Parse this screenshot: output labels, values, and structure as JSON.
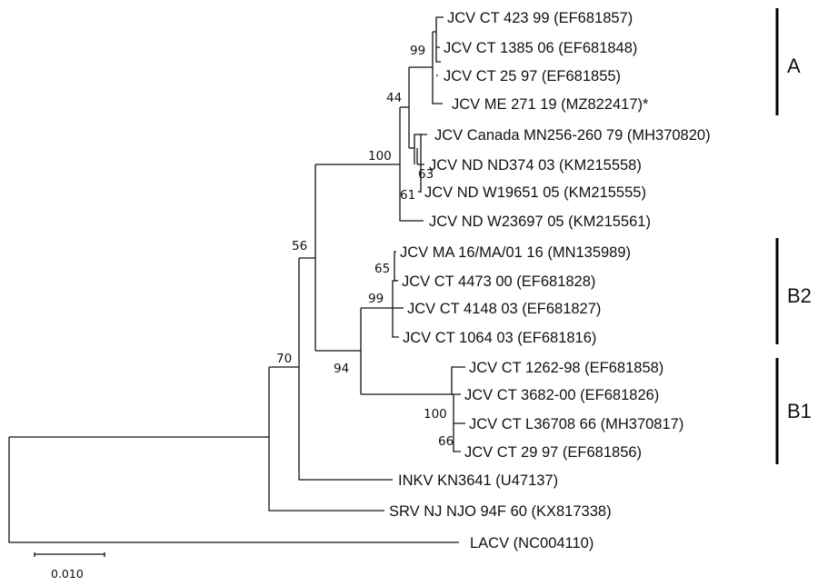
{
  "tree": {
    "leaves": [
      {
        "id": "ct423",
        "label": "JCV CT 423 99 (EF681857)"
      },
      {
        "id": "ct1385",
        "label": "JCV CT 1385 06 (EF681848)"
      },
      {
        "id": "ct25",
        "label": "JCV CT 25 97 (EF681855)"
      },
      {
        "id": "me271",
        "label": "JCV ME 271 19 (MZ822417)*"
      },
      {
        "id": "canada",
        "label": "JCV Canada MN256-260 79 (MH370820)"
      },
      {
        "id": "nd374",
        "label": "JCV ND ND374 03 (KM215558)"
      },
      {
        "id": "ndw19651",
        "label": "JCV ND W19651 05 (KM215555)"
      },
      {
        "id": "ndw23697",
        "label": "JCV ND W23697 05 (KM215561)"
      },
      {
        "id": "ma16",
        "label": "JCV MA 16/MA/01 16 (MN135989)"
      },
      {
        "id": "ct4473",
        "label": "JCV CT 4473 00 (EF681828)"
      },
      {
        "id": "ct4148",
        "label": "JCV CT 4148 03 (EF681827)"
      },
      {
        "id": "ct1064",
        "label": "JCV CT 1064 03 (EF681816)"
      },
      {
        "id": "ct1262",
        "label": "JCV CT 1262-98 (EF681858)"
      },
      {
        "id": "ct3682",
        "label": "JCV CT 3682-00 (EF681826)"
      },
      {
        "id": "ctl36708",
        "label": "JCV CT L36708 66 (MH370817)"
      },
      {
        "id": "ct29",
        "label": "JCV CT 29 97 (EF681856)"
      },
      {
        "id": "inkv",
        "label": "INKV KN3641 (U47137)"
      },
      {
        "id": "srv",
        "label": "SRV NJ NJO 94F 60 (KX817338)"
      },
      {
        "id": "lacv",
        "label": "LACV (NC004110)"
      }
    ],
    "bootstrap": [
      {
        "id": "b99a",
        "value": "99"
      },
      {
        "id": "b44",
        "value": "44"
      },
      {
        "id": "b100a",
        "value": "100"
      },
      {
        "id": "b63",
        "value": "63"
      },
      {
        "id": "b61",
        "value": "61"
      },
      {
        "id": "b56",
        "value": "56"
      },
      {
        "id": "b65",
        "value": "65"
      },
      {
        "id": "b99b",
        "value": "99"
      },
      {
        "id": "b94",
        "value": "94"
      },
      {
        "id": "b70",
        "value": "70"
      },
      {
        "id": "b100b",
        "value": "100"
      },
      {
        "id": "b66",
        "value": "66"
      }
    ],
    "clades": [
      {
        "id": "A",
        "label": "A"
      },
      {
        "id": "B2",
        "label": "B2"
      },
      {
        "id": "B1",
        "label": "B1"
      }
    ],
    "scale_bar": {
      "label": "0.010",
      "value": 0.01
    }
  }
}
